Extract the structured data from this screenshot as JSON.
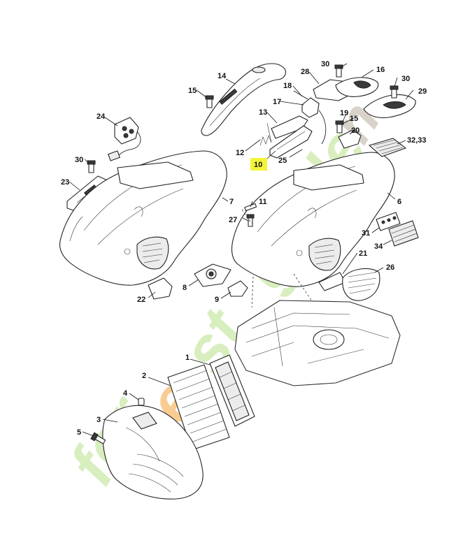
{
  "callouts": {
    "c1": "1",
    "c2": "2",
    "c3": "3",
    "c4": "4",
    "c5": "5",
    "c6": "6",
    "c7": "7",
    "c8": "8",
    "c9": "9",
    "c10": "10",
    "c11": "11",
    "c12": "12",
    "c13": "13",
    "c14": "14",
    "c15a": "15",
    "c15b": "15",
    "c16": "16",
    "c17": "17",
    "c18": "18",
    "c19": "19",
    "c20": "20",
    "c21": "21",
    "c22": "22",
    "c23": "23",
    "c24": "24",
    "c25": "25",
    "c26": "26",
    "c27": "27",
    "c28": "28",
    "c29": "29",
    "c30a": "30",
    "c30b": "30",
    "c30c": "30",
    "c31": "31",
    "c3233": "32,33",
    "c34": "34"
  },
  "highlighted_callout": "10",
  "highlight_color": "#f4f43a",
  "watermark": {
    "text": "forestgarden.eu",
    "colors": {
      "green": "#b8e08a",
      "orange": "#f2a23a",
      "grey": "#b8ae9c"
    }
  }
}
